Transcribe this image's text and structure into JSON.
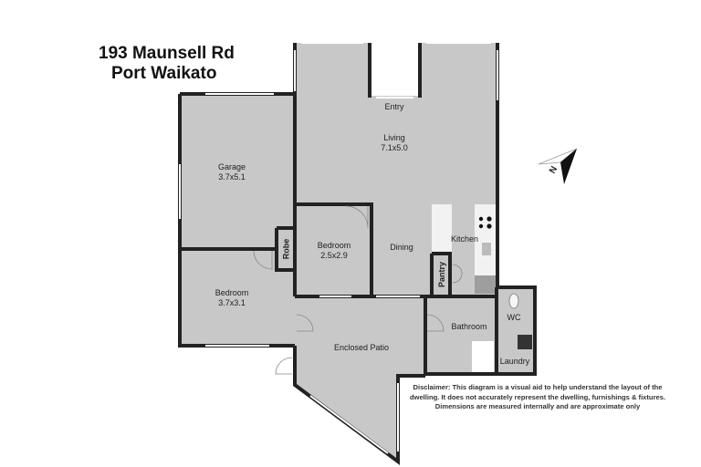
{
  "title": {
    "line1": "193 Maunsell Rd",
    "line2": "Port Waikato"
  },
  "rooms": [
    {
      "name": "Entry",
      "dims": ""
    },
    {
      "name": "Living",
      "dims": "7.1x5.0"
    },
    {
      "name": "Garage",
      "dims": "3.7x5.1"
    },
    {
      "name": "Bedroom",
      "dims": "2.5x2.9"
    },
    {
      "name": "Bedroom",
      "dims": "3.7x3.1"
    },
    {
      "name": "Dining",
      "dims": ""
    },
    {
      "name": "Kitchen",
      "dims": ""
    },
    {
      "name": "Robe",
      "dims": ""
    },
    {
      "name": "Pantry",
      "dims": ""
    },
    {
      "name": "Bathroom",
      "dims": ""
    },
    {
      "name": "WC",
      "dims": ""
    },
    {
      "name": "Laundry",
      "dims": ""
    },
    {
      "name": "Enclosed Patio",
      "dims": ""
    }
  ],
  "compass": {
    "label": "N"
  },
  "disclaimer": "Disclaimer: This diagram is a visual aid to help understand the layout of the dwelling. It does not accurately represent the dwelling, furnishings & fixtures. Dimensions are measured internally and are approximate only",
  "colors": {
    "floor": "#c8c8c8",
    "wall": "#222222",
    "window": "#ffffff"
  }
}
